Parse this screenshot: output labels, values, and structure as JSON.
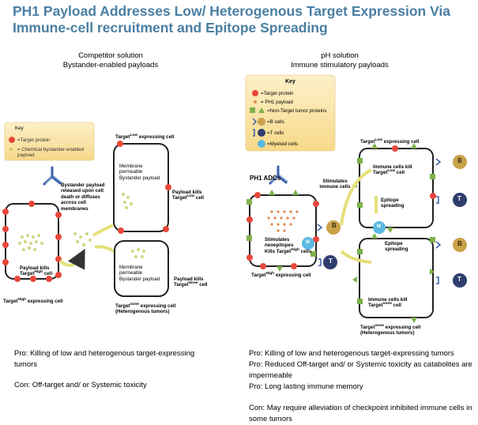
{
  "title_line1": "PH1 Payload Addresses Low/ Heterogenous Target Expression Via",
  "title_line2": "Immune-cell recruitment and Epitope Spreading",
  "left": {
    "heading1": "Competitor solution",
    "heading2": "Bystander-enabled payloads",
    "key_title": "Key",
    "key_target": "=Target protein",
    "key_chem": "= Chemical bystander-enabled payload",
    "bystander_text": "Bystander payload released upon cell death or diffuses across cell membranes",
    "payload_kills": "Payload kills",
    "target_prefix": "Target",
    "sup_high": "High",
    "sup_low": "Low",
    "sup_none": "None",
    "sup_none_lc": "none",
    "cell_word": "cell",
    "expressing_cell": "expressing cell",
    "heterogenous": "(Heterogenous tumors)",
    "membrane_line1": "Membrane permeable",
    "membrane_line2": "Bystander payload",
    "pro": "Pro: Killing of low and heterogenous target-expressing tumors",
    "con": "Con: Off-target and/ or Systemic toxicity"
  },
  "right": {
    "heading1": "pH solution",
    "heading2": "Immune stimulatory payloads",
    "key_title": "Key",
    "key_target": "=Target protein",
    "key_ph1": "= PH1 payload",
    "key_nontarget": "=Non-Target tumor proteins",
    "key_b": "=B cells",
    "key_t": "=T cells",
    "key_m": "=Myeloid cells",
    "ph1_adcs": "PH1 ADCs",
    "stimulates_immune": "Stimulates immune cells",
    "stimulates_neo": "Stimulates neoepitopes",
    "kills_target": "Kills Target",
    "cells_word": "cells",
    "immune_cells_kill": "Immune cells kill",
    "immune_cells_kill_lc": "Immune cells kill",
    "epitope": "Epitope spreading",
    "label_b": "B",
    "label_t": "T",
    "label_m": "M",
    "pro1": "Pro: Killing of low and heterogenous target-expressing tumors",
    "pro2": "Pro: Reduced Off-target and/ or Systemic toxicity as catabolites are impermeable",
    "pro3": "Pro: Long lasting immune memory",
    "con": "Con: May require alleviation of checkpoint inhibited immune cells in some tumors"
  },
  "colors": {
    "title": "#4a7fa3",
    "target_protein": "#e8473a",
    "chem_payload": "#d4d86a",
    "ph1_payload": "#e08a50",
    "nontarget": "#7fb04a",
    "b_cell": "#c9a24a",
    "t_cell": "#2e3d6e",
    "myeloid": "#5bb8e0",
    "key_bg": "#fbe7b0"
  }
}
